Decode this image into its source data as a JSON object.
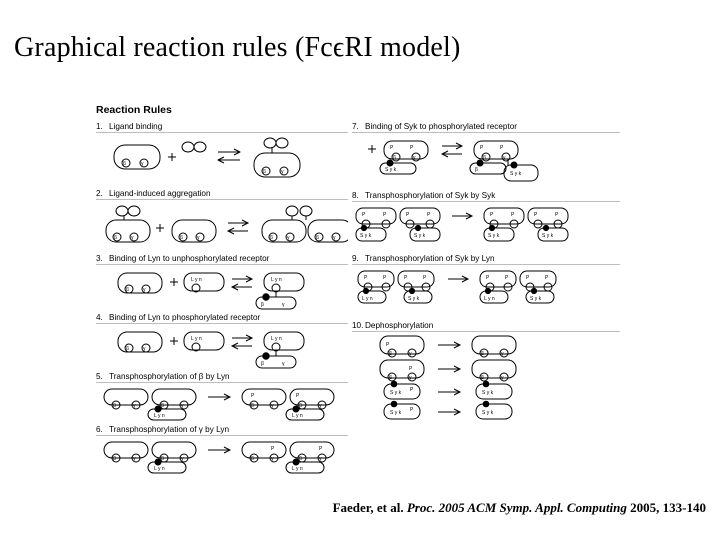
{
  "slide": {
    "title": "Graphical reaction rules (FcϵRI model)",
    "citation_prefix": "Faeder, et al. ",
    "citation_italic": "Proc. 2005 ACM Symp. Appl. Computing",
    "citation_suffix": " 2005, 133-140"
  },
  "figure": {
    "heading": "Reaction Rules",
    "left_column": [
      {
        "num": "1.",
        "label": "Ligand binding"
      },
      {
        "num": "2.",
        "label": "Ligand-induced aggregation"
      },
      {
        "num": "3.",
        "label": "Binding of Lyn to unphosphorylated receptor"
      },
      {
        "num": "4.",
        "label": "Binding of Lyn to phosphorylated receptor"
      },
      {
        "num": "5.",
        "label": "Transphosphorylation of β by Lyn"
      },
      {
        "num": "6.",
        "label": "Transphosphorylation of γ by Lyn"
      }
    ],
    "right_column": [
      {
        "num": "7.",
        "label": "Binding of Syk to phosphorylated receptor"
      },
      {
        "num": "8.",
        "label": "Transphosphorylation of Syk by Syk"
      },
      {
        "num": "9.",
        "label": "Transphosphorylation of Syk by Lyn"
      },
      {
        "num": "10.",
        "label": "Dephosphorylation"
      }
    ],
    "species_labels": {
      "lyn": "L y n",
      "syk": "S y k",
      "beta": "β",
      "gamma": "γ",
      "alpha": "α",
      "phospho": "P",
      "plus": "+"
    }
  }
}
